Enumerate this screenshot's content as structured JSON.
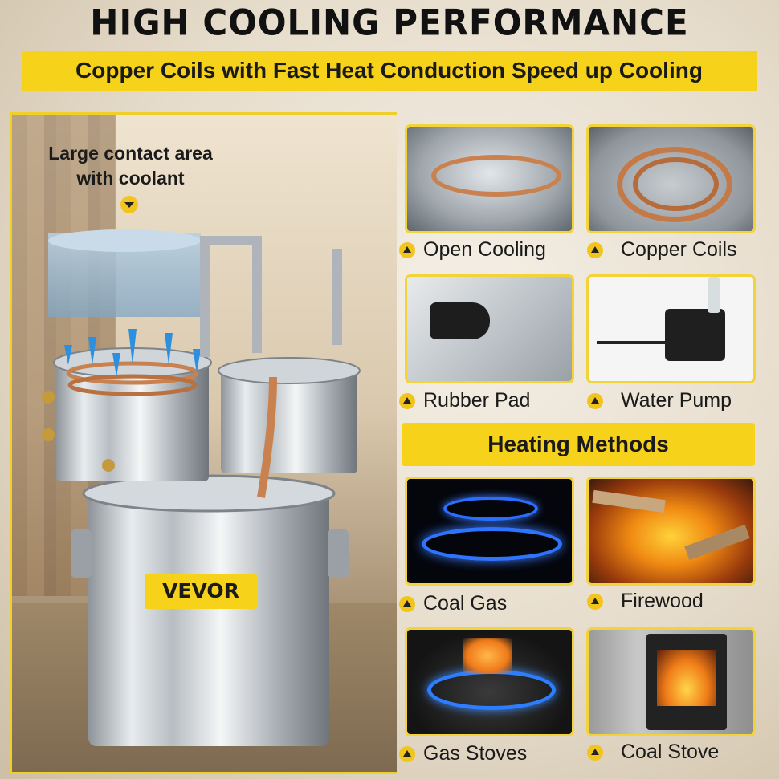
{
  "header": {
    "title": "HIGH COOLING PERFORMANCE",
    "subtitle": "Copper Coils with Fast Heat Conduction Speed up Cooling"
  },
  "hero": {
    "contact_text_line1": "Large contact area",
    "contact_text_line2": "with coolant",
    "brand_logo": "VEVOR"
  },
  "features": [
    {
      "label": "Open Cooling",
      "icon": "open-cooling-image"
    },
    {
      "label": "Copper Coils",
      "icon": "copper-coils-image"
    },
    {
      "label": "Rubber Pad",
      "icon": "rubber-pad-image"
    },
    {
      "label": "Water Pump",
      "icon": "water-pump-image"
    }
  ],
  "heating": {
    "heading": "Heating Methods",
    "methods": [
      {
        "label": "Coal Gas",
        "icon": "gas-flame-image"
      },
      {
        "label": "Firewood",
        "icon": "firewood-image"
      },
      {
        "label": "Gas Stoves",
        "icon": "gas-stove-image"
      },
      {
        "label": "Coal Stove",
        "icon": "coal-stove-image"
      }
    ]
  },
  "colors": {
    "accent": "#F7D21A",
    "copper": "#C9824F",
    "steel": "#C8CDD2"
  }
}
